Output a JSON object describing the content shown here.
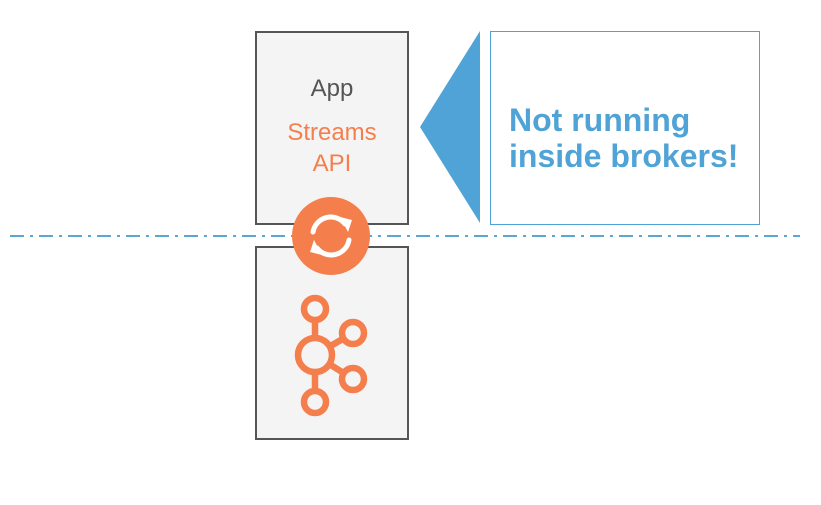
{
  "app_box": {
    "title": "App",
    "streams_line1": "Streams",
    "streams_line2": "API"
  },
  "callout": {
    "line1": "Not running",
    "line2": "inside brokers!"
  },
  "icons": {
    "sync": "sync-icon",
    "kafka": "kafka-logo-icon"
  },
  "colors": {
    "accent_orange": "#f47f4c",
    "callout_blue": "#4fa3d6",
    "box_fill": "#f4f4f4",
    "box_border": "#555555",
    "dashed_line": "#5aa8d2"
  }
}
